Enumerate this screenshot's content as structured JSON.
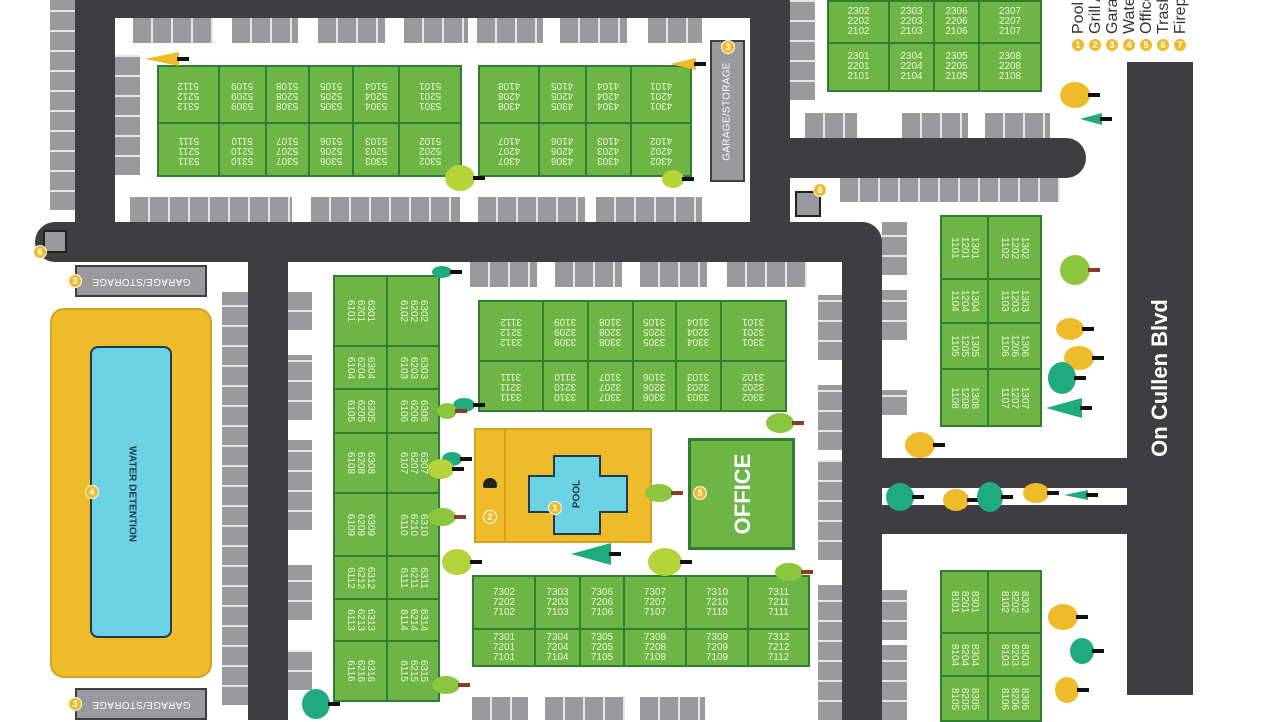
{
  "legend": {
    "items": [
      {
        "num": "1",
        "label": "Pool"
      },
      {
        "num": "2",
        "label": "Grill Area"
      },
      {
        "num": "3",
        "label": "Garage/Storage"
      },
      {
        "num": "4",
        "label": "Water Detention"
      },
      {
        "num": "5",
        "label": "Office"
      },
      {
        "num": "6",
        "label": "Trash"
      },
      {
        "num": "7",
        "label": "Fireplace"
      }
    ]
  },
  "street": "On Cullen Blvd",
  "amenities": {
    "pool": "POOL",
    "office": "OFFICE",
    "water_detention": "WATER DETENTION",
    "garage": "GARAGE/STORAGE"
  },
  "buildings": {
    "b5": [
      [
        "5312",
        "5212",
        "5112"
      ],
      [
        "5309",
        "5209",
        "5109"
      ],
      [
        "5308",
        "5208",
        "5108"
      ],
      [
        "5305",
        "5205",
        "5105"
      ],
      [
        "5304",
        "5204",
        "5104"
      ],
      [
        "5301",
        "5201",
        "5101"
      ],
      [
        "5311",
        "5211",
        "5111"
      ],
      [
        "5310",
        "5210",
        "5110"
      ],
      [
        "5307",
        "5207",
        "5107"
      ],
      [
        "5306",
        "5206",
        "5106"
      ],
      [
        "5303",
        "5203",
        "5103"
      ],
      [
        "5302",
        "5202",
        "5102"
      ]
    ],
    "b4": [
      [
        "4308",
        "4208",
        "4108"
      ],
      [
        "4305",
        "4205",
        "4105"
      ],
      [
        "4304",
        "4204",
        "4104"
      ],
      [
        "4301",
        "4201",
        "4101"
      ],
      [
        "4307",
        "4207",
        "4107"
      ],
      [
        "4306",
        "4206",
        "4106"
      ],
      [
        "4303",
        "4203",
        "4103"
      ],
      [
        "4302",
        "4202",
        "4102"
      ]
    ],
    "b2": [
      [
        "2302",
        "2202",
        "2102"
      ],
      [
        "2303",
        "2203",
        "2103"
      ],
      [
        "2306",
        "2206",
        "2106"
      ],
      [
        "2307",
        "2207",
        "2107"
      ],
      [
        "2301",
        "2201",
        "2101"
      ],
      [
        "2304",
        "2204",
        "2104"
      ],
      [
        "2305",
        "2205",
        "2105"
      ],
      [
        "2308",
        "2208",
        "2108"
      ]
    ],
    "b1": [
      [
        "1301",
        "1201",
        "1101"
      ],
      [
        "1304",
        "1204",
        "1104"
      ],
      [
        "1305",
        "1205",
        "1105"
      ],
      [
        "1308",
        "1208",
        "1108"
      ],
      [
        "1302",
        "1202",
        "1102"
      ],
      [
        "1303",
        "1203",
        "1103"
      ],
      [
        "1306",
        "1206",
        "1106"
      ],
      [
        "1307",
        "1207",
        "1107"
      ]
    ],
    "b6": [
      [
        "6301",
        "6201",
        "6101"
      ],
      [
        "6304",
        "6204",
        "6104"
      ],
      [
        "6305",
        "6205",
        "6105"
      ],
      [
        "6308",
        "6208",
        "6108"
      ],
      [
        "6309",
        "6209",
        "6109"
      ],
      [
        "6312",
        "6212",
        "6112"
      ],
      [
        "6313",
        "6213",
        "6113"
      ],
      [
        "6316",
        "6216",
        "6116"
      ],
      [
        "6302",
        "6202",
        "6102"
      ],
      [
        "6303",
        "6203",
        "6103"
      ],
      [
        "6306",
        "6206",
        "6106"
      ],
      [
        "6307",
        "6207",
        "6107"
      ],
      [
        "6310",
        "6210",
        "6110"
      ],
      [
        "6311",
        "6211",
        "6111"
      ],
      [
        "6314",
        "6214",
        "6114"
      ],
      [
        "6315",
        "6215",
        "6115"
      ]
    ],
    "b3": [
      [
        "3312",
        "3212",
        "3112"
      ],
      [
        "3309",
        "3209",
        "3109"
      ],
      [
        "3308",
        "3208",
        "3108"
      ],
      [
        "3305",
        "3205",
        "3105"
      ],
      [
        "3304",
        "3204",
        "3104"
      ],
      [
        "3301",
        "3201",
        "3101"
      ],
      [
        "3311",
        "3211",
        "3111"
      ],
      [
        "3310",
        "3210",
        "3110"
      ],
      [
        "3307",
        "3207",
        "3107"
      ],
      [
        "3306",
        "3206",
        "3106"
      ],
      [
        "3303",
        "3203",
        "3103"
      ],
      [
        "3302",
        "3202",
        "3102"
      ]
    ],
    "b7": [
      [
        "7302",
        "7202",
        "7102"
      ],
      [
        "7303",
        "7203",
        "7103"
      ],
      [
        "7306",
        "7206",
        "7106"
      ],
      [
        "7307",
        "7207",
        "7107"
      ],
      [
        "7310",
        "7210",
        "7110"
      ],
      [
        "7311",
        "7211",
        "7111"
      ],
      [
        "7301",
        "7201",
        "7101"
      ],
      [
        "7304",
        "7204",
        "7104"
      ],
      [
        "7305",
        "7205",
        "7105"
      ],
      [
        "7308",
        "7208",
        "7108"
      ],
      [
        "7309",
        "7209",
        "7109"
      ],
      [
        "7312",
        "7212",
        "7112"
      ]
    ],
    "b8": [
      [
        "8301",
        "8201",
        "8101"
      ],
      [
        "8304",
        "8204",
        "8104"
      ],
      [
        "8305",
        "8205",
        "8105"
      ],
      [
        "8302",
        "8202",
        "8102"
      ],
      [
        "8303",
        "8203",
        "8103"
      ],
      [
        "8306",
        "8206",
        "8106"
      ]
    ]
  },
  "colors": {
    "road": "#3e3e40",
    "building": "#6db646",
    "amenity": "#eebb2a",
    "water": "#6bd3e3"
  }
}
